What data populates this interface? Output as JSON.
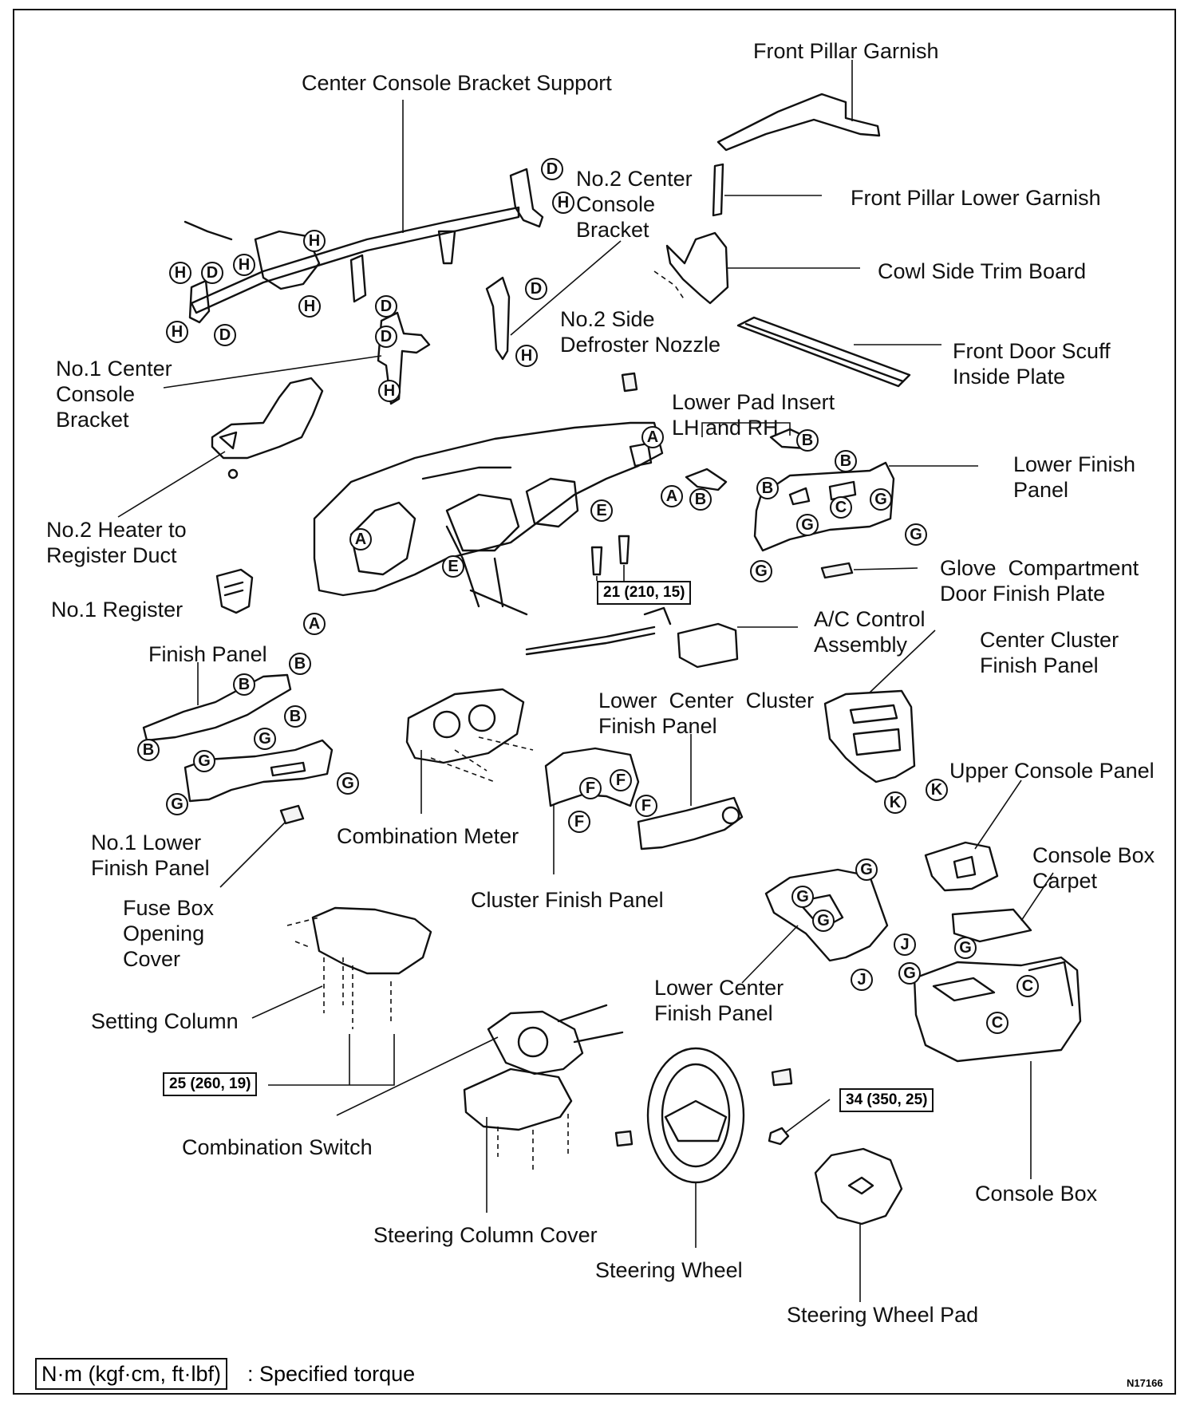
{
  "labels": {
    "front_pillar_garnish": "Front Pillar Garnish",
    "center_console_bracket_support": "Center Console Bracket Support",
    "no2_center_console_bracket": "No.2 Center\nConsole\nBracket",
    "front_pillar_lower_garnish": "Front Pillar Lower Garnish",
    "cowl_side_trim_board": "Cowl Side Trim Board",
    "no2_side_defroster_nozzle": "No.2 Side\nDefroster Nozzle",
    "front_door_scuff_inside_plate": "Front Door Scuff\nInside Plate",
    "no1_center_console_bracket": "No.1 Center\nConsole\nBracket",
    "lower_pad_insert": "Lower Pad Insert\nLH and RH",
    "lower_finish_panel": "Lower Finish\nPanel",
    "no2_heater_to_register_duct": "No.2 Heater to\nRegister Duct",
    "glove_compartment_door_finish_plate": "Glove  Compartment\nDoor Finish Plate",
    "no1_register": "No.1 Register",
    "ac_control_assembly": "A/C Control\nAssembly",
    "finish_panel": "Finish Panel",
    "center_cluster_finish_panel": "Center Cluster\nFinish Panel",
    "lower_center_cluster_finish_panel": "Lower  Center  Cluster\nFinish Panel",
    "upper_console_panel": "Upper Console Panel",
    "no1_lower_finish_panel": "No.1 Lower\nFinish Panel",
    "combination_meter": "Combination Meter",
    "console_box_carpet": "Console Box\nCarpet",
    "fuse_box_opening_cover": "Fuse Box\nOpening\nCover",
    "cluster_finish_panel": "Cluster Finish Panel",
    "lower_center_finish_panel": "Lower Center\nFinish Panel",
    "setting_column": "Setting Column",
    "combination_switch": "Combination Switch",
    "console_box": "Console Box",
    "steering_column_cover": "Steering Column Cover",
    "steering_wheel": "Steering Wheel",
    "steering_wheel_pad": "Steering Wheel Pad"
  },
  "torque_specs": {
    "dash_bolts": "21 (210, 15)",
    "column_nuts": "25 (260, 19)",
    "wheel_nut": "34 (350, 25)"
  },
  "legend": {
    "unit_box": "N·m (kgf·cm, ft·lbf)",
    "description": ": Specified torque"
  },
  "figure_id": "N17166",
  "markers": {
    "letters": [
      "A",
      "B",
      "C",
      "D",
      "E",
      "F",
      "G",
      "H",
      "J",
      "K"
    ]
  }
}
